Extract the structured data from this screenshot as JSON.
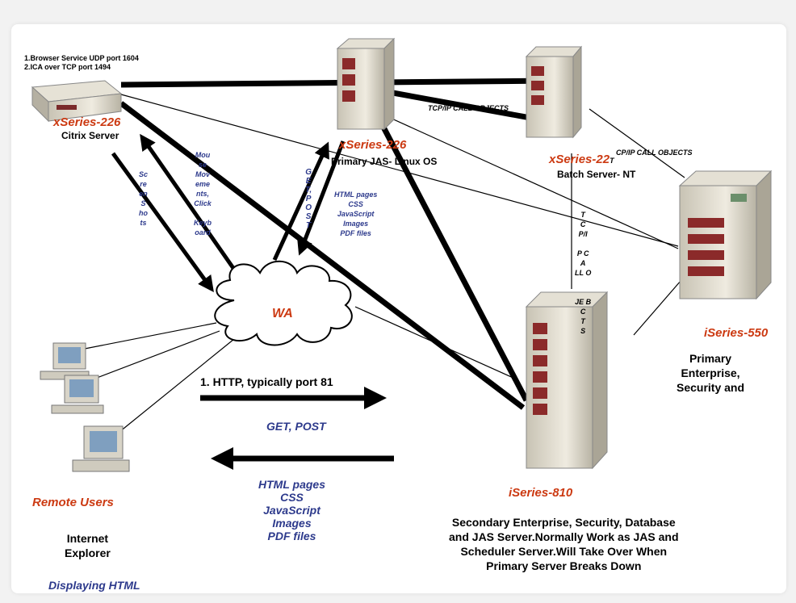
{
  "citrix": {
    "ports": [
      "1.Browser Service UDP port 1604",
      "2.ICA over TCP port 1494"
    ],
    "name": "xSeries-226",
    "role": "Citrix Server",
    "arrow_screenshots": [
      "Sc",
      "re",
      "en",
      "S",
      "ho",
      "ts"
    ],
    "arrow_input": [
      "Mou",
      "se",
      "Mov",
      "eme",
      "nts,",
      "Click",
      "",
      "Keyb",
      "oard"
    ]
  },
  "jas": {
    "name": "xSeries-226",
    "role": "Primary JAS- Linux OS",
    "arrow_get": [
      "G",
      "E",
      "T,",
      "P",
      "O",
      "S",
      "T"
    ],
    "arrow_resp": [
      "HTML pages",
      "CSS",
      "JavaScript",
      "Images",
      "PDF files"
    ]
  },
  "batch": {
    "name": "xSeries-22",
    "name_suffix": "T",
    "role": "Batch Server- NT"
  },
  "links": {
    "tcp_top": "TCP/IP CALL OBJECTS",
    "tcp_right": "CP/IP CALL OBJECTS",
    "tcp_vertical": [
      "T",
      "C",
      "P/I",
      "",
      "P C",
      "A",
      "LL O",
      "",
      "",
      "JE B",
      "C",
      "T",
      "S"
    ]
  },
  "cloud": {
    "label": "WA"
  },
  "i550": {
    "name": "iSeries-550",
    "role": [
      "Primary",
      "Enterprise,",
      "Security and"
    ]
  },
  "i810": {
    "name": "iSeries-810",
    "role": [
      "Secondary Enterprise, Security, Database",
      "and JAS Server.Normally Work as JAS and",
      "Scheduler Server.Will Take Over When",
      "Primary Server Breaks Down"
    ]
  },
  "http": {
    "label": "1. HTTP, typically port 81",
    "request": "GET, POST",
    "response": [
      "HTML pages",
      "CSS",
      "JavaScript",
      "Images",
      "PDF files"
    ]
  },
  "users": {
    "name": "Remote Users",
    "role": [
      "Internet",
      "Explorer"
    ],
    "displaying": "Displaying HTML"
  }
}
